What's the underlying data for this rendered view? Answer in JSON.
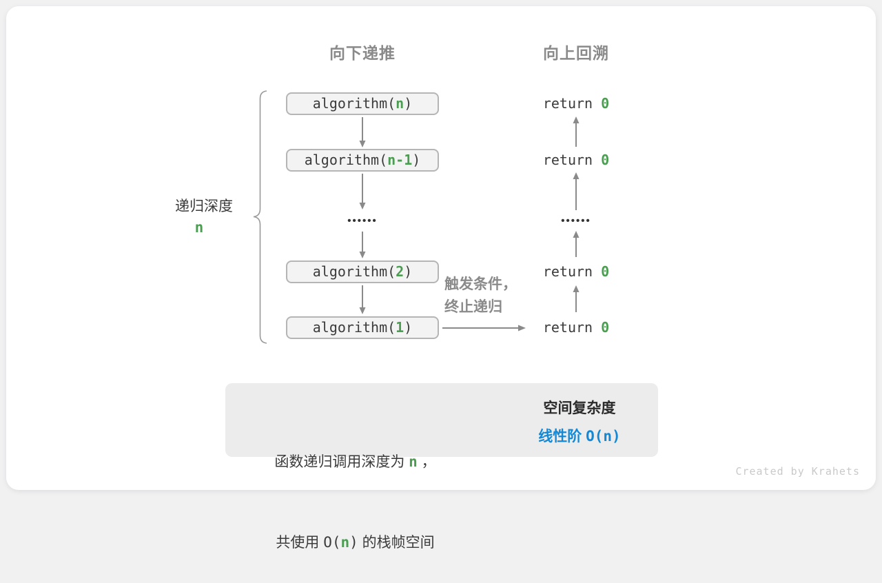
{
  "headers": {
    "down": "向下递推",
    "up": "向上回溯"
  },
  "depth_label": {
    "text": "递归深度",
    "value": "n"
  },
  "calls": [
    {
      "prefix": "algorithm(",
      "arg": "n",
      "suffix": ")"
    },
    {
      "prefix": "algorithm(",
      "arg": "n-1",
      "suffix": ")"
    },
    {
      "prefix": "algorithm(",
      "arg": "2",
      "suffix": ")"
    },
    {
      "prefix": "algorithm(",
      "arg": "1",
      "suffix": ")"
    }
  ],
  "returns": [
    {
      "keyword": "return ",
      "value": "0"
    },
    {
      "keyword": "return ",
      "value": "0"
    },
    {
      "keyword": "return ",
      "value": "0"
    },
    {
      "keyword": "return ",
      "value": "0"
    }
  ],
  "dots": "••••••",
  "annotation": {
    "line1": "触发条件，",
    "line2": "终止递归"
  },
  "summary": {
    "line1": {
      "prefix": "函数递归调用深度为 ",
      "arg": "n",
      "suffix": " ，"
    },
    "line2": {
      "prefix": "共使用 ",
      "code_open": "O(",
      "arg": "n",
      "code_close": ")",
      "suffix": " 的栈帧空间"
    },
    "result_title": "空间复杂度",
    "result_prefix": "线性阶 ",
    "result_code": "O(n)"
  },
  "watermark": "Created by Krahets",
  "colors": {
    "green": "#4b9e51",
    "blue": "#1288d6",
    "gray_heading": "#8a8a8a",
    "arrow_gray": "#8a8a8a",
    "box_border": "#b5b5b5",
    "box_fill": "#f3f3f3",
    "summary_fill": "#ececec",
    "block_arrow": "#b9b9b9"
  }
}
